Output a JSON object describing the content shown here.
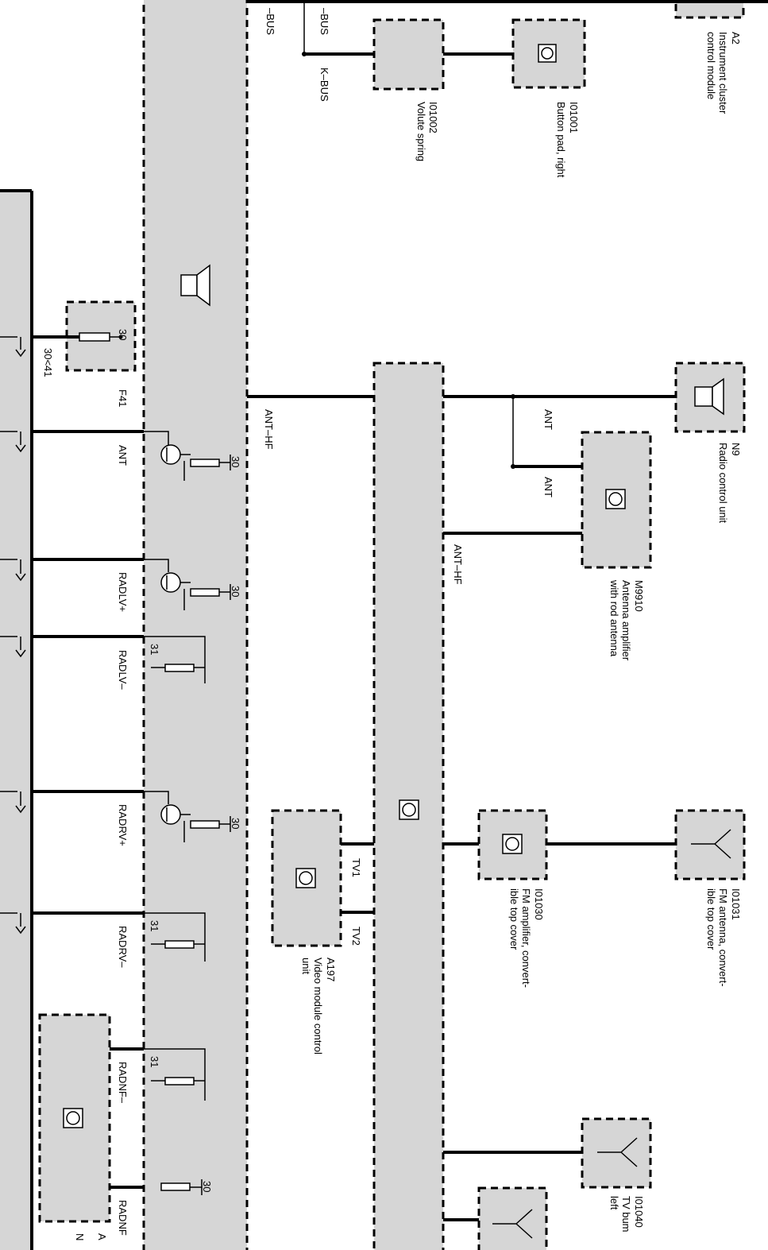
{
  "modules": {
    "a2": {
      "code": "A2",
      "name_lines": [
        "Instrument cluster",
        "control module"
      ]
    },
    "i01001": {
      "code": "I01001",
      "name_lines": [
        "Button pad, right"
      ]
    },
    "i01002": {
      "code": "I01002",
      "name_lines": [
        "Volute spring"
      ]
    },
    "n9": {
      "code": "N9",
      "name_lines": [
        "Radio control unit"
      ]
    },
    "m9910": {
      "code": "M9910",
      "name_lines": [
        "Antenna amplifier",
        "with rod antenna"
      ]
    },
    "i01030": {
      "code": "I01030",
      "name_lines": [
        "FM amplifier, convert-",
        "ible top cover"
      ]
    },
    "i01031": {
      "code": "I01031",
      "name_lines": [
        "FM antenna, convert-",
        "ible top cover"
      ]
    },
    "a197": {
      "code": "A197",
      "name_lines": [
        "Video module control",
        "unit"
      ]
    },
    "i01040": {
      "code": "I01040",
      "name_lines": [
        "TV bum",
        "left"
      ]
    },
    "f41": {
      "code": "F41"
    },
    "bottom_right": {
      "name_lines": [
        "A",
        "N"
      ]
    }
  },
  "signals": {
    "bus_left": "–BUS",
    "bus_mid": "–BUS",
    "kbus": "K–BUS",
    "ant_hf_left": "ANT–HF",
    "ant_hf_right": "ANT–HF",
    "ant_upper": "ANT",
    "ant_lower": "ANT",
    "tv1": "TV1",
    "tv2": "TV2",
    "ant_left": "ANT",
    "radlv_plus": "RADLV+",
    "radlv_minus": "RADLV–",
    "radrv_plus": "RADRV+",
    "radrv_minus": "RADRV–",
    "radnf_minus": "RADNF–",
    "radnf": "RADNF",
    "fuse_circuit": "30<41"
  },
  "terminals": {
    "t30": "30",
    "t31": "31"
  }
}
